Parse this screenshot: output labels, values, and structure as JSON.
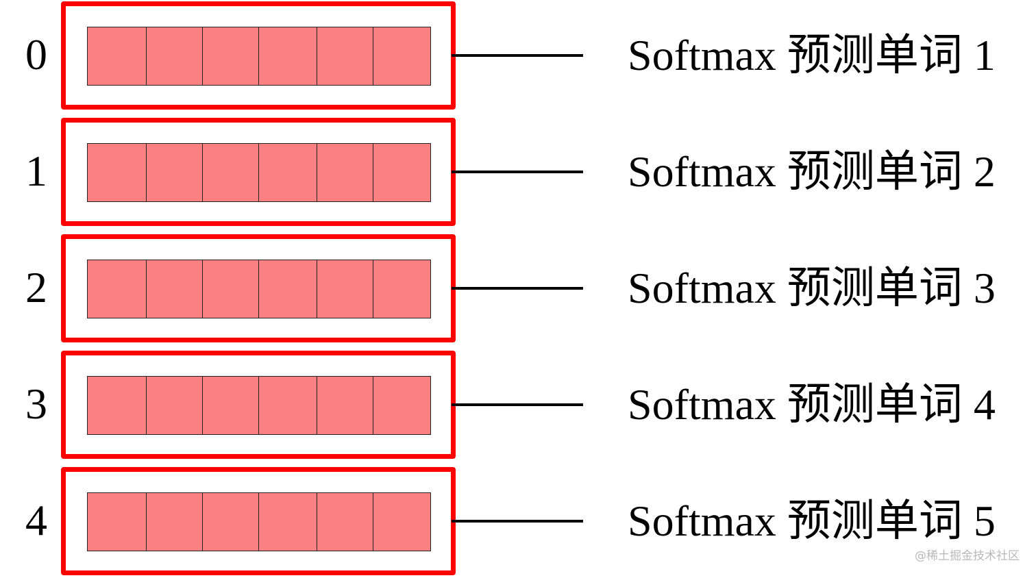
{
  "diagram": {
    "colors": {
      "frame": "#ff0000",
      "cell_fill": "#fd8083",
      "cell_border": "#222222",
      "connector": "#000000",
      "text": "#000000",
      "watermark": "#b9b9b9"
    },
    "cells_per_vector": 6,
    "rows": [
      {
        "index": "0",
        "label": "Softmax 预测单词 1"
      },
      {
        "index": "1",
        "label": "Softmax 预测单词 2"
      },
      {
        "index": "2",
        "label": "Softmax 预测单词 3"
      },
      {
        "index": "3",
        "label": "Softmax 预测单词 4"
      },
      {
        "index": "4",
        "label": "Softmax 预测单词 5"
      }
    ]
  },
  "watermark": "@稀土掘金技术社区"
}
